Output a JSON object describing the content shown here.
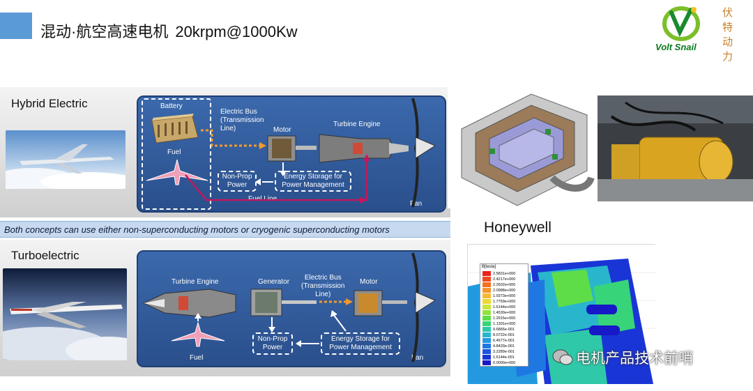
{
  "slide": {
    "title": "混动·航空高速电机",
    "spec": "20krpm@1000Kw"
  },
  "logo": {
    "brand": "Volt Snail",
    "chinese": "伏特动力"
  },
  "left_panel": {
    "hybrid": {
      "heading": "Hybrid Electric",
      "battery": "Battery",
      "fuel": "Fuel",
      "electric_bus": "Electric Bus\n(Transmission\nLine)",
      "motor": "Motor",
      "turbine_engine": "Turbine Engine",
      "non_prop": "Non-Prop\nPower",
      "energy_storage": "Energy Storage for\nPower Management",
      "fuel_line": "Fuel Line",
      "fan": "Fan"
    },
    "banner": "Both concepts can use either non-superconducting motors or cryogenic superconducting motors",
    "turbo": {
      "heading": "Turboelectric",
      "turbine_engine": "Turbine Engine",
      "generator": "Generator",
      "electric_bus": "Electric Bus\n(Transmission\nLine)",
      "motor": "Motor",
      "non_prop": "Non-Prop\nPower",
      "energy_storage": "Energy Storage for\nPower Management",
      "fuel": "Fuel",
      "fan": "Fan"
    }
  },
  "right_panel": {
    "honeywell": "Honeywell",
    "legend_title": "B[tesla]",
    "legend_values": [
      "2.5831e+000",
      "2.4217e+000",
      "2.2602e+000",
      "2.0988e+000",
      "1.9373e+000",
      "1.7759e+000",
      "1.6144e+000",
      "1.4530e+000",
      "1.2915e+000",
      "1.1301e+000",
      "9.6866e-001",
      "8.0722e-001",
      "6.4577e-001",
      "4.8433e-001",
      "3.2289e-001",
      "1.6144e-001",
      "0.0000e+000"
    ],
    "legend_colors": [
      "#e8241d",
      "#ef4b1f",
      "#f46f22",
      "#f7952a",
      "#f6b832",
      "#eed838",
      "#c8e63a",
      "#94e23e",
      "#5edd49",
      "#37d47a",
      "#2fc8a8",
      "#29b6cd",
      "#2399e0",
      "#1f78e2",
      "#1c55df",
      "#1a35d6",
      "#1719c6"
    ],
    "watermark": "电机产品技术前哨"
  }
}
